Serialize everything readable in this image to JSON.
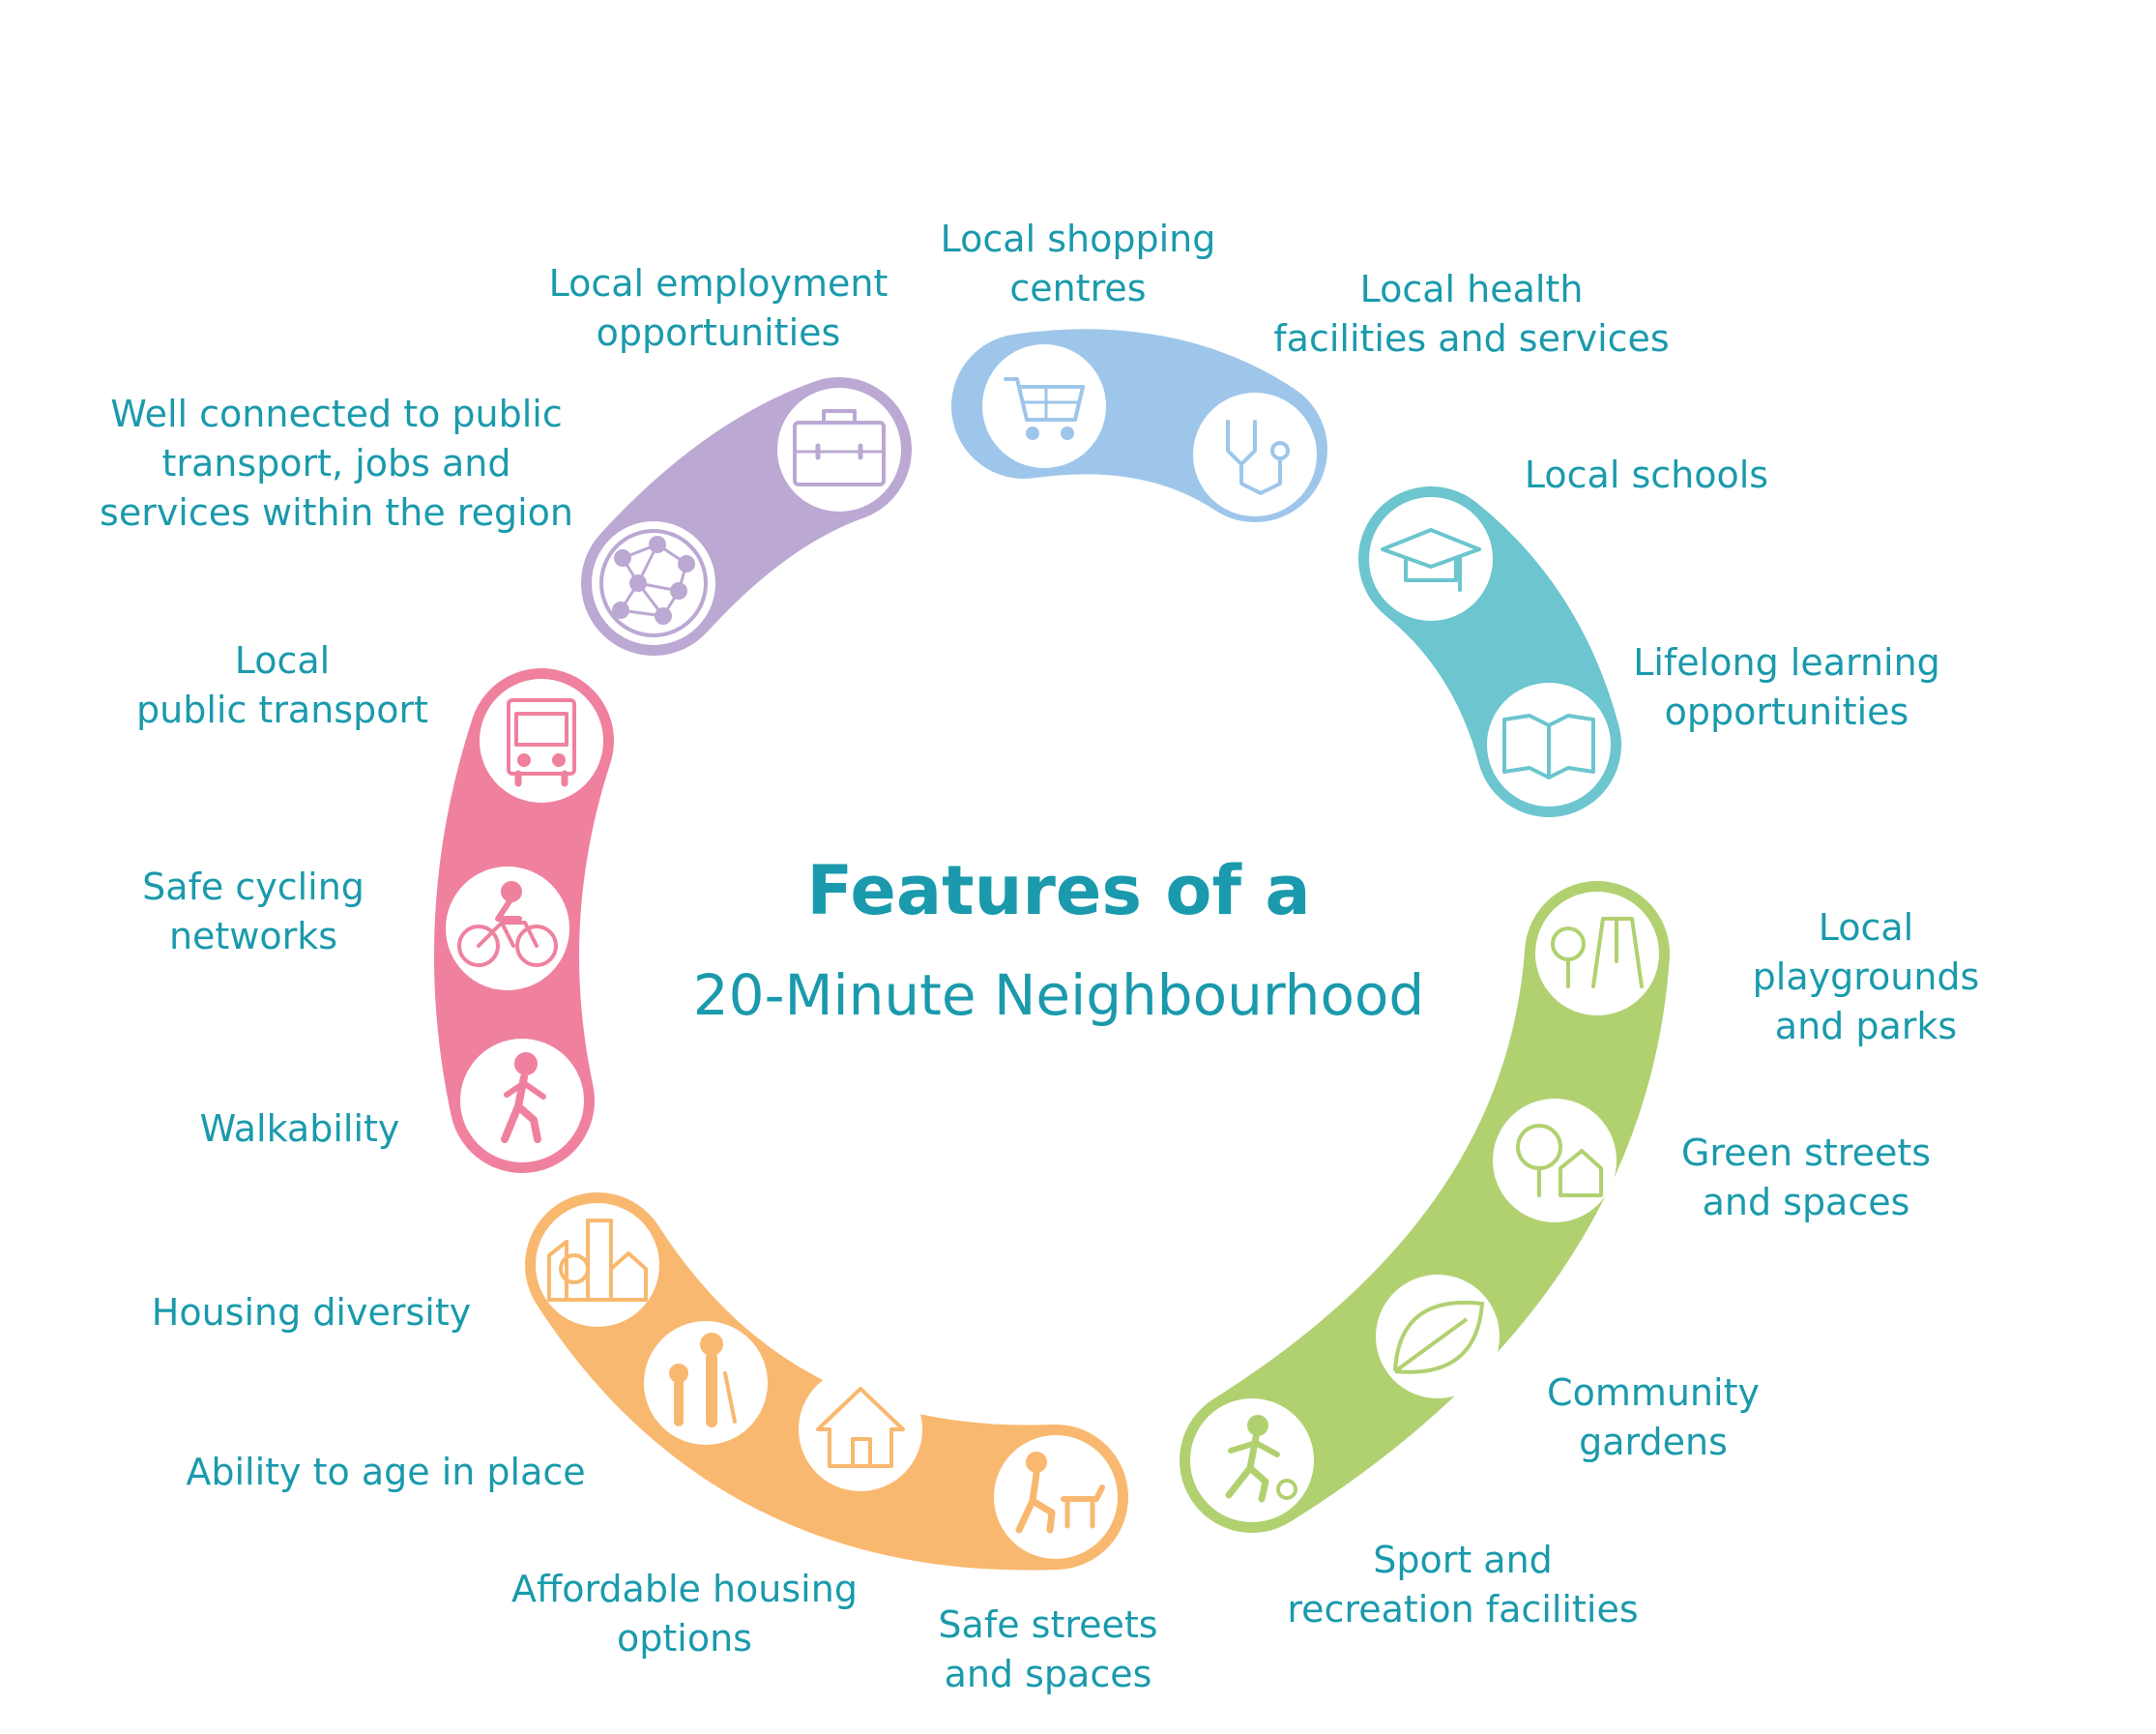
{
  "title_line1": "Features of a",
  "title_line2": "20-Minute Neighbourhood",
  "colors": {
    "text": "#1a9aac",
    "purple": "#bba8d3",
    "blue": "#9ec6ea",
    "teal": "#6cc5cf",
    "green": "#b1d171",
    "orange": "#f9b86f",
    "pink": "#ef819f"
  },
  "features": [
    {
      "label": "Local shopping\ncentres",
      "icon": "shopping-cart-icon",
      "group": "blue"
    },
    {
      "label": "Local health\nfacilities and services",
      "icon": "stethoscope-icon",
      "group": "blue"
    },
    {
      "label": "Local schools",
      "icon": "graduation-cap-icon",
      "group": "teal"
    },
    {
      "label": "Lifelong learning\nopportunities",
      "icon": "open-book-icon",
      "group": "teal"
    },
    {
      "label": "Local playgrounds\nand parks",
      "icon": "playground-icon",
      "group": "green"
    },
    {
      "label": "Green streets\nand spaces",
      "icon": "trees-house-icon",
      "group": "green"
    },
    {
      "label": "Community\ngardens",
      "icon": "leaf-icon",
      "group": "green"
    },
    {
      "label": "Sport and\nrecreation facilities",
      "icon": "soccer-player-icon",
      "group": "green"
    },
    {
      "label": "Safe streets\nand spaces",
      "icon": "person-with-dog-icon",
      "group": "orange"
    },
    {
      "label": "Affordable housing\noptions",
      "icon": "house-icon",
      "group": "orange"
    },
    {
      "label": "Ability to age in place",
      "icon": "elderly-and-child-icon",
      "group": "orange"
    },
    {
      "label": "Housing diversity",
      "icon": "buildings-icon",
      "group": "orange"
    },
    {
      "label": "Walkability",
      "icon": "pedestrian-icon",
      "group": "pink"
    },
    {
      "label": "Safe cycling\nnetworks",
      "icon": "cyclist-icon",
      "group": "pink"
    },
    {
      "label": "Local\npublic transport",
      "icon": "bus-icon",
      "group": "pink"
    },
    {
      "label": "Well connected to public\ntransport, jobs and\nservices within the region",
      "icon": "network-globe-icon",
      "group": "purple"
    },
    {
      "label": "Local employment\nopportunities",
      "icon": "briefcase-icon",
      "group": "purple"
    }
  ]
}
